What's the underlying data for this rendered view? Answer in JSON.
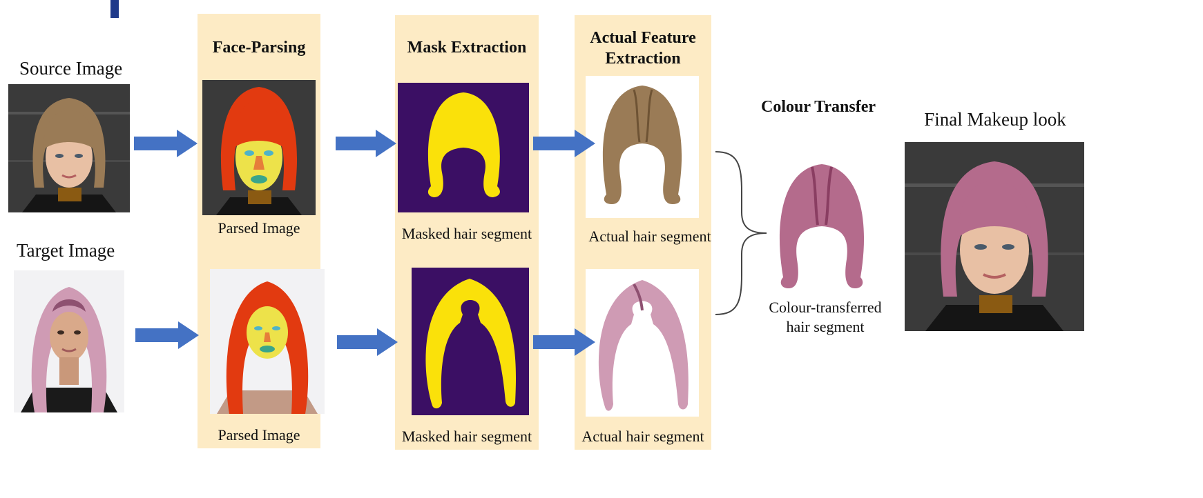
{
  "inputs": {
    "source_label": "Source Image",
    "target_label": "Target Image"
  },
  "stages": {
    "face_parsing": {
      "title": "Face-Parsing",
      "caption_top": "Parsed Image",
      "caption_bottom": "Parsed Image"
    },
    "mask_extraction": {
      "title": "Mask Extraction",
      "caption_top": "Masked hair segment",
      "caption_bottom": "Masked hair segment"
    },
    "feature_extraction": {
      "title_line1": "Actual Feature",
      "title_line2": "Extraction",
      "caption_top": "Actual hair segment",
      "caption_bottom": "Actual hair segment"
    },
    "colour_transfer": {
      "title": "Colour Transfer",
      "caption_line1": "Colour-transferred",
      "caption_line2": "hair segment"
    },
    "output": {
      "title": "Final Makeup look"
    }
  },
  "colors": {
    "panel": "#fdebc5",
    "arrow": "#4472c4",
    "mask_background": "#3b0f64",
    "mask_hair": "#fae10a",
    "parsed_hair": "#e23a10",
    "parsed_face": "#ede24a",
    "source_hair": "#9a7b56",
    "target_hair": "#cf9bb4",
    "transferred_hair": "#b46b8c"
  }
}
